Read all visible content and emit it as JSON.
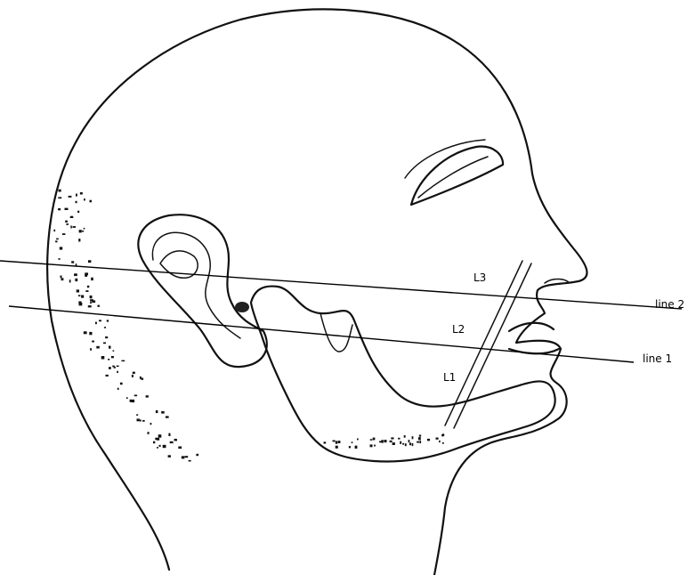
{
  "diagram": {
    "labels": {
      "l1": "L1",
      "l2": "L2",
      "l3": "L3",
      "line1": "line 1",
      "line2": "line 2"
    },
    "colors": {
      "ink": "#111111",
      "background": "#ffffff"
    }
  }
}
